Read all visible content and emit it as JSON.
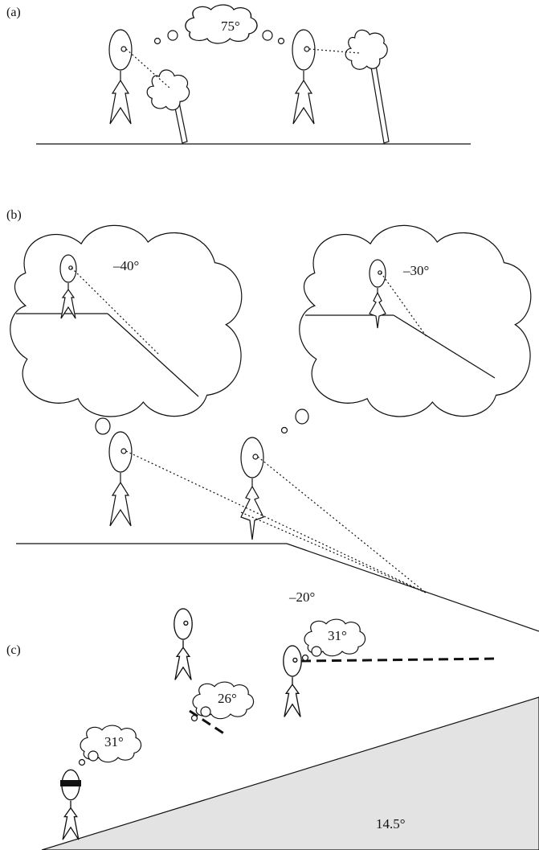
{
  "panels": {
    "a": {
      "label": "(a)",
      "angle": "75°"
    },
    "b": {
      "label": "(b)",
      "angle_left": "–40°",
      "angle_right": "–30°",
      "angle_hill": "–20°"
    },
    "c": {
      "label": "(c)",
      "angle_1": "31°",
      "angle_2": "26°",
      "angle_3": "31°",
      "angle_hill": "14.5°"
    }
  },
  "colors": {
    "ink": "#111111",
    "hill_fill": "#e3e3e3",
    "background": "#ffffff"
  }
}
